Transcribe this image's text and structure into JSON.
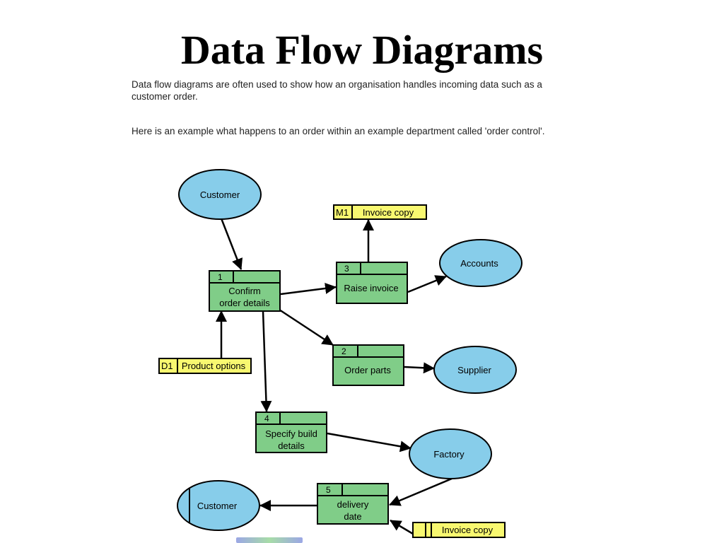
{
  "header": {
    "title": "Data Flow Diagrams"
  },
  "intro": {
    "paragraph1": "Data flow diagrams are often used to show how an organisation handles incoming data such as a customer order.",
    "paragraph2": "Here is an example what happens to an order within an example department called 'order control'."
  },
  "colors": {
    "entity_fill": "#87cdea",
    "process_fill": "#80cd88",
    "store_fill": "#f8f870",
    "line": "#000000"
  },
  "diagram": {
    "entities": {
      "customer_top": "Customer",
      "accounts": "Accounts",
      "supplier": "Supplier",
      "factory": "Factory",
      "customer_bottom": "Customer"
    },
    "processes": {
      "p1": {
        "id": "1",
        "line1": "Confirm",
        "line2": "order details"
      },
      "p2": {
        "id": "2",
        "line1": "Order parts"
      },
      "p3": {
        "id": "3",
        "line1": "Raise invoice"
      },
      "p4": {
        "id": "4",
        "line1": "Specify build",
        "line2": "details"
      },
      "p5": {
        "id": "5",
        "line1": "delivery",
        "line2": "date"
      }
    },
    "stores": {
      "m1": {
        "id": "M1",
        "label": "Invoice copy"
      },
      "d1": {
        "id": "D1",
        "label": "Product options"
      },
      "invoice_bottom": {
        "label": "Invoice copy"
      }
    }
  }
}
